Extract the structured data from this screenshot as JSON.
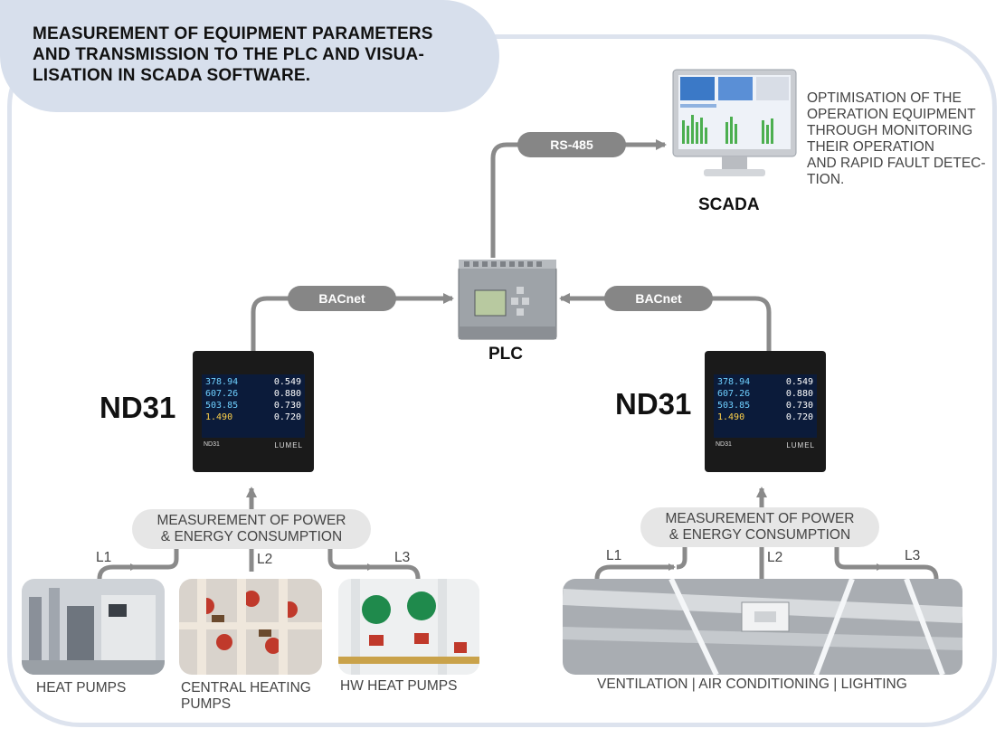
{
  "title": "MEASUREMENT OF EQUIPMENT PARAMETERS AND TRANSMISSION TO THE PLC AND VISUA-LISATION IN SCADA SOFTWARE.",
  "scada": {
    "label": "SCADA",
    "description_lines": [
      "OPTIMISATION OF THE",
      "OPERATION EQUIPMENT",
      "THROUGH  MONITORING",
      "THEIR OPERATION",
      "AND RAPID FAULT DETEC-",
      "TION."
    ]
  },
  "links": {
    "rs485": "RS-485",
    "bacnet_left": "BACnet",
    "bacnet_right": "BACnet"
  },
  "plc": {
    "label": "PLC"
  },
  "meters": [
    {
      "label": "ND31",
      "brand": "LUMEL",
      "model": "ND31",
      "readings": [
        "378.94",
        "0.549",
        "607.26",
        "0.880",
        "503.85",
        "0.730",
        "1.490",
        "0.720"
      ]
    },
    {
      "label": "ND31",
      "brand": "LUMEL",
      "model": "ND31",
      "readings": [
        "378.94",
        "0.549",
        "607.26",
        "0.880",
        "503.85",
        "0.730",
        "1.490",
        "0.720"
      ]
    }
  ],
  "measurement": {
    "left_lines": [
      "MEASUREMENT OF POWER",
      "& ENERGY CONSUMPTION"
    ],
    "right_lines": [
      "MEASUREMENT OF POWER",
      "& ENERGY CONSUMPTION"
    ]
  },
  "phases": {
    "l1": "L1",
    "l2": "L2",
    "l3": "L3"
  },
  "equipment": {
    "heat_pumps": "HEAT PUMPS",
    "central_heating_lines": [
      "CENTRAL HEATING",
      "PUMPS"
    ],
    "hw_heat_pumps": "HW HEAT PUMPS",
    "ventilation": "VENTILATION | AIR CONDITIONING | LIGHTING"
  },
  "colors": {
    "wire": "#8a8a8a",
    "pill": "#868686",
    "frame": "#dde3ee",
    "title_bg": "#d7dfec"
  }
}
